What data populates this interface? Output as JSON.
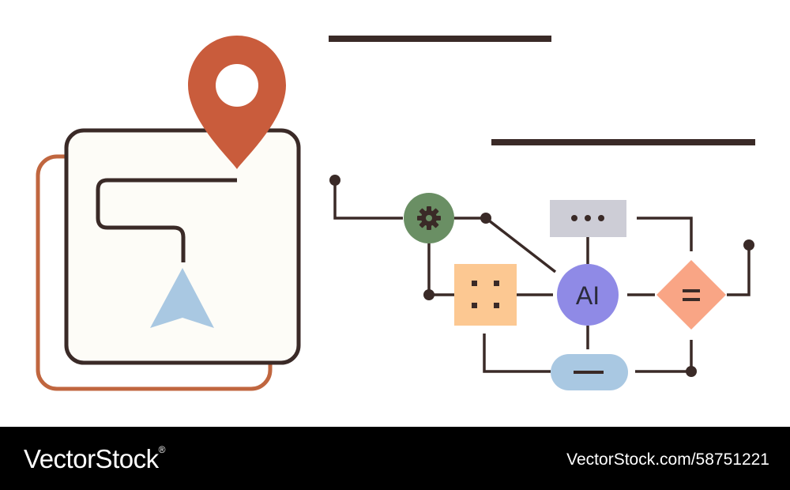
{
  "diagram": {
    "ai_node_label": "AI",
    "decision_symbol": "=",
    "process_symbol": "::",
    "dots_symbol": "•••",
    "minus_symbol": "—"
  },
  "icons": {
    "gear_node": "gear-icon",
    "map_pin": "map-pin-icon",
    "navigation_arrow": "navigation-arrow-icon"
  },
  "colors": {
    "outline": "#3a2a27",
    "pin": "#c95c3c",
    "back_card": "#c0663f",
    "card_fill": "#fdfcf7",
    "arrow": "#a9c8e2",
    "gear_node": "#6a8f64",
    "dots_box": "#cdcdd6",
    "process_box": "#fcc892",
    "ai_node": "#8f8ae6",
    "decision": "#f9a585",
    "pill": "#a9c8e2"
  },
  "footer": {
    "brand": "VectorStock",
    "brand_suffix": "®",
    "image_id": "VectorStock.com/58751221"
  }
}
